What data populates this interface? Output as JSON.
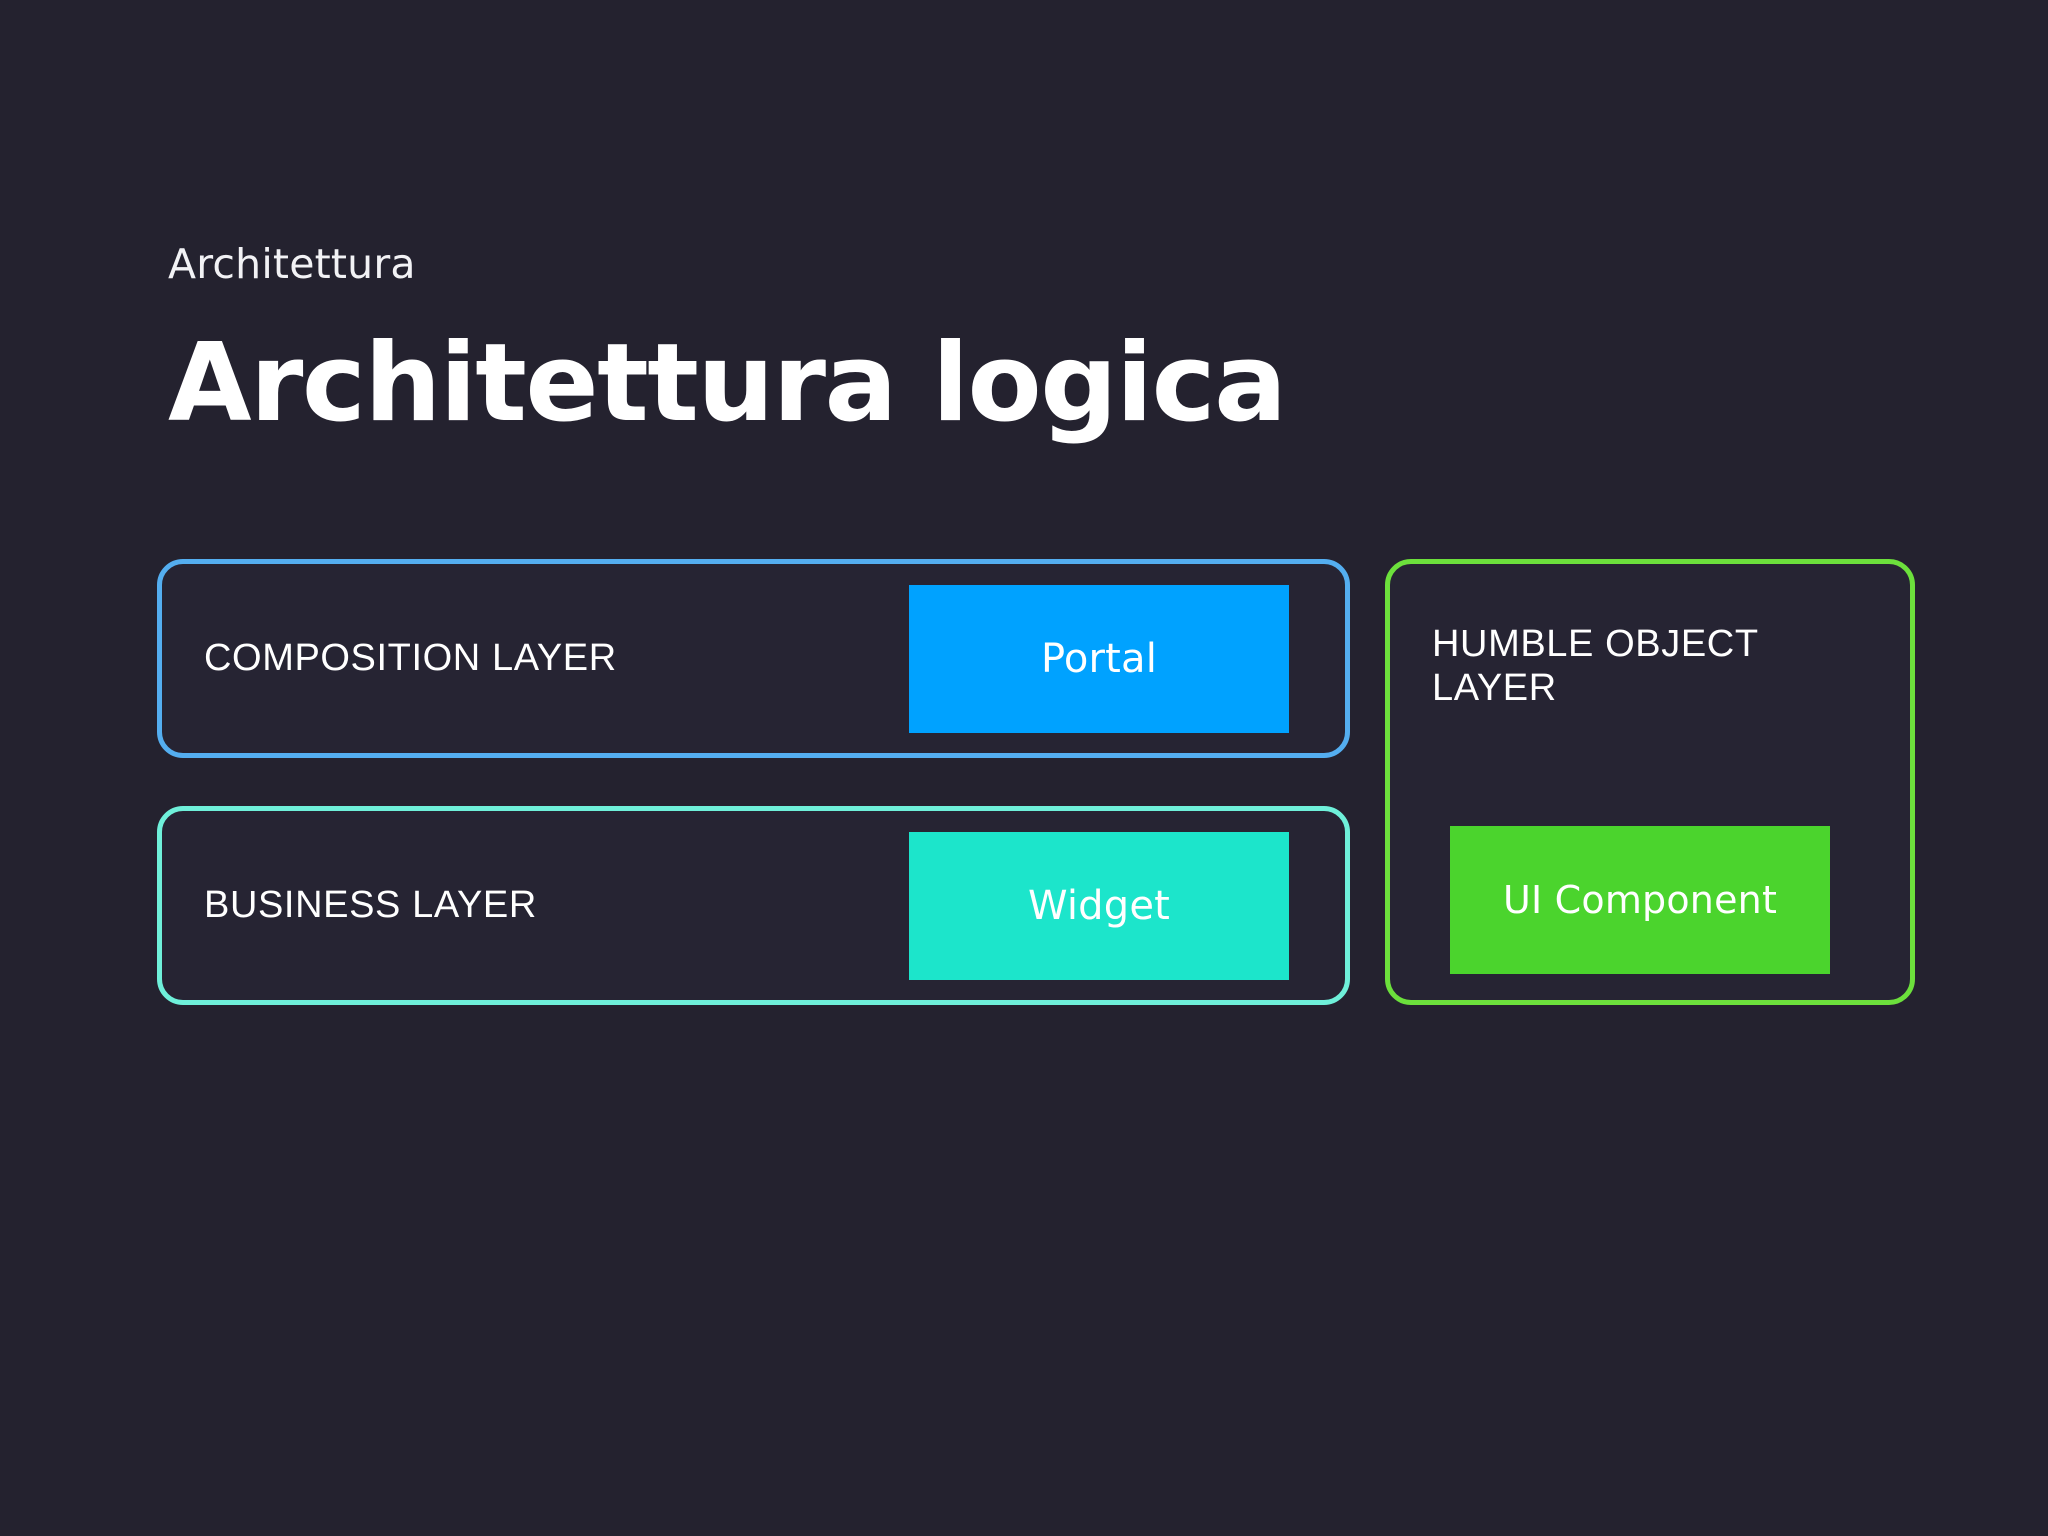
{
  "slide": {
    "eyebrow": "Architettura",
    "title": "Architettura logica",
    "background_color": "#24222F"
  },
  "diagram": {
    "type": "layered-architecture",
    "cards": [
      {
        "id": "composition",
        "title": "COMPOSITION LAYER",
        "border_color": "#54AEF0",
        "chip": {
          "label": "Portal",
          "color": "#00A2FF"
        }
      },
      {
        "id": "business",
        "title": "BUSINESS LAYER",
        "border_color": "#6FF0DA",
        "chip": {
          "label": "Widget",
          "color": "#1CE5CB"
        }
      },
      {
        "id": "humble",
        "title": "HUMBLE OBJECT LAYER",
        "border_color": "#6CE03C",
        "chip": {
          "label": "UI Component",
          "color": "#4BD42D"
        }
      }
    ]
  }
}
